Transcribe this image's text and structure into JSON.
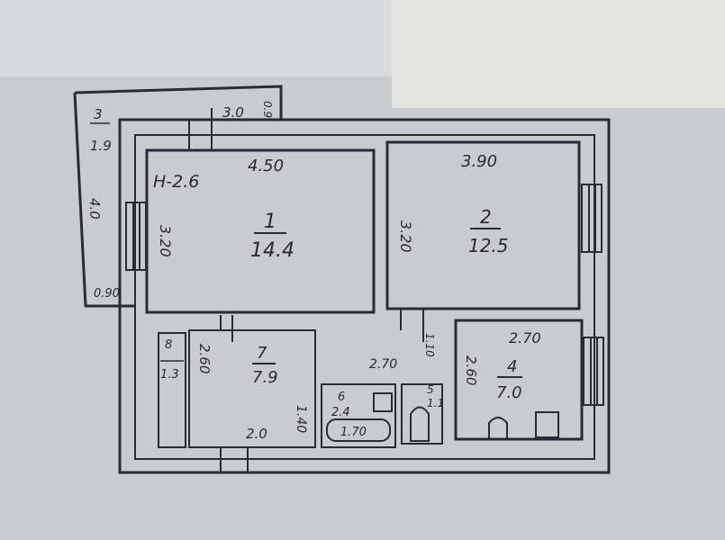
{
  "plan": {
    "balcony": {
      "number": "3",
      "area": "1.9",
      "length": "4.0",
      "width": "0.90"
    },
    "top_dims": {
      "length": "3.0",
      "depth": "0.9"
    },
    "ceiling_height": "H-2.6",
    "room1": {
      "number": "1",
      "area": "14.4",
      "width": "4.50",
      "depth": "3.20"
    },
    "room2": {
      "number": "2",
      "area": "12.5",
      "width": "3.90",
      "depth": "3.20"
    },
    "hall": {
      "number": "7",
      "area": "7.9",
      "depth": "2.60",
      "width": "2.0",
      "side": "1.40",
      "corridor": "2.70"
    },
    "closet": {
      "number": "8",
      "area": "1.3"
    },
    "bathroom": {
      "number": "6",
      "area": "2.4",
      "tub": "1.70"
    },
    "toilet": {
      "number": "5",
      "area": "1.1",
      "width": "1.10"
    },
    "kitchen": {
      "number": "4",
      "area": "7.0",
      "width": "2.70",
      "depth": "2.60"
    }
  }
}
